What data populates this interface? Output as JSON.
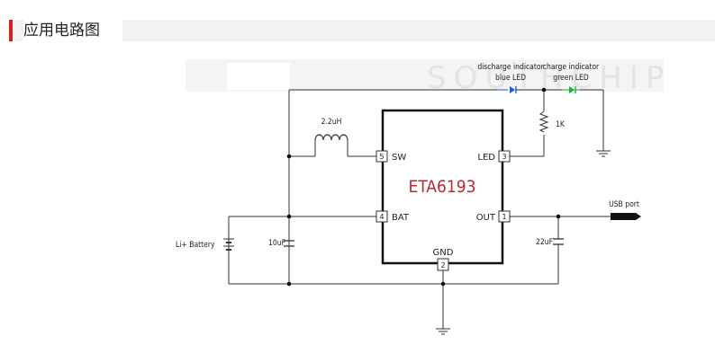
{
  "header": {
    "title": "应用电路图",
    "accent_color": "#d21f1f"
  },
  "diagram": {
    "chip_name": "ETA6193",
    "chip_color": "#c0282d",
    "watermark": "SOUTHCHIP",
    "pins": {
      "sw": {
        "number": "5",
        "label": "SW"
      },
      "bat": {
        "number": "4",
        "label": "BAT"
      },
      "led": {
        "number": "3",
        "label": "LED"
      },
      "out": {
        "number": "1",
        "label": "OUT"
      },
      "gnd": {
        "number": "2",
        "label": "GND"
      }
    },
    "labels": {
      "inductor": "2.2uH",
      "resistor": "1K",
      "cap_in": "10uF",
      "cap_out": "22uF",
      "battery": "Li+ Battery",
      "usb": "USB port",
      "discharge_1": "discharge indicator",
      "discharge_2": "blue LED",
      "charge_1": "charge indicator",
      "charge_2": "green LED"
    },
    "colors": {
      "blue_led": "#1e5fd8",
      "green_led": "#19b23a"
    }
  }
}
